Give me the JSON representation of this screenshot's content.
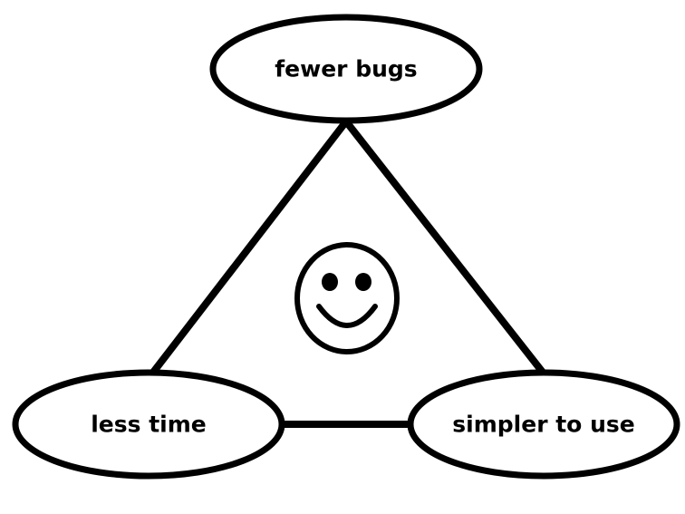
{
  "diagram": {
    "nodes": {
      "top": {
        "label": "fewer bugs"
      },
      "left": {
        "label": "less time"
      },
      "right": {
        "label": "simpler to use"
      }
    },
    "edges": [
      {
        "from": "top",
        "to": "left"
      },
      {
        "from": "top",
        "to": "right"
      },
      {
        "from": "left",
        "to": "right"
      }
    ],
    "center_icon": "smiley-face-icon",
    "colors": {
      "stroke": "#000000",
      "background": "#ffffff"
    }
  }
}
